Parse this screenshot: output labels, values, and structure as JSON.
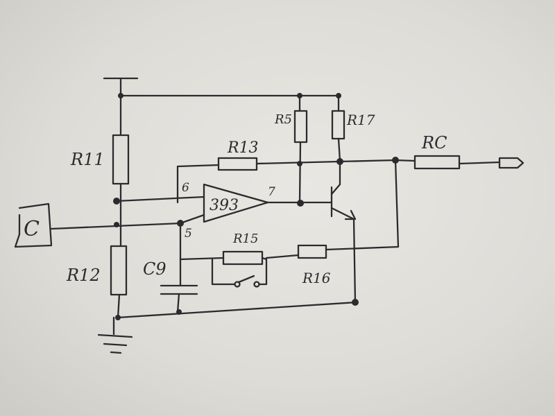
{
  "diagram": {
    "components": {
      "r11": "R11",
      "r12": "R12",
      "r13": "R13",
      "r15": "R15",
      "r16": "R16",
      "r17": "R17",
      "r5": "R5",
      "rc": "RC",
      "c9": "C9",
      "sensor": "C",
      "comparator": "393"
    },
    "pins": {
      "inverting": "6",
      "noninverting": "5",
      "output": "7"
    }
  }
}
